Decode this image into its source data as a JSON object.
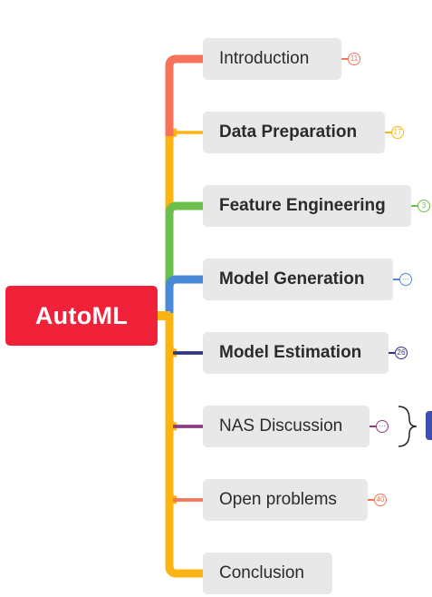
{
  "root": {
    "label": "AutoML",
    "color": "#f0223a"
  },
  "branches": [
    {
      "label": "Introduction",
      "badge": "11",
      "color": "#f4735a",
      "bold": false
    },
    {
      "label": "Data Preparation",
      "badge": "17",
      "color": "#fbb414",
      "bold": true
    },
    {
      "label": "Feature Engineering",
      "badge": "3",
      "color": "#6cbf4b",
      "bold": true
    },
    {
      "label": "Model Generation",
      "badge": "···",
      "color": "#4a88d8",
      "bold": true
    },
    {
      "label": "Model Estimation",
      "badge": "26",
      "color": "#2e3585",
      "bold": true
    },
    {
      "label": "NAS Discussion",
      "badge": "···",
      "color": "#8c3b82",
      "bold": false
    },
    {
      "label": "Open problems",
      "badge": "40",
      "color": "#f4735a",
      "bold": false
    },
    {
      "label": "Conclusion",
      "badge": "",
      "color": "#fbb414",
      "bold": false
    }
  ],
  "spine_color": "#fbb414",
  "node_background": "#e8e8e8"
}
